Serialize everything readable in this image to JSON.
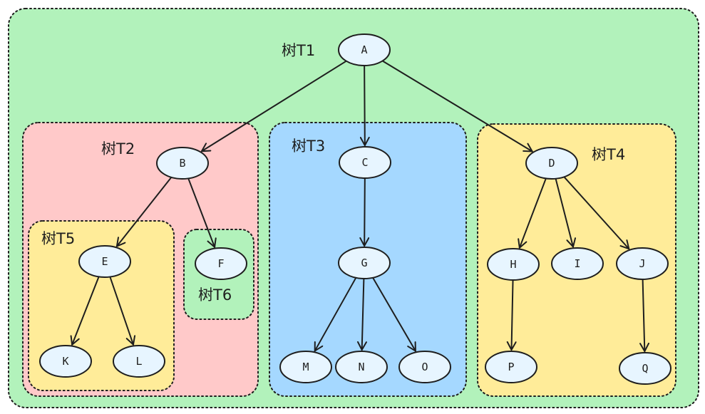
{
  "colors": {
    "green": "#b2f2bb",
    "pink": "#ffc9c9",
    "blue": "#a5d8ff",
    "yellow": "#ffec99",
    "node_fill": "#e7f5ff",
    "stroke": "#1e1e1e"
  },
  "regions": [
    {
      "id": "t1",
      "label": "树T1",
      "color": "green"
    },
    {
      "id": "t2",
      "label": "树T2",
      "color": "pink"
    },
    {
      "id": "t3",
      "label": "树T3",
      "color": "blue"
    },
    {
      "id": "t4",
      "label": "树T4",
      "color": "yellow"
    },
    {
      "id": "t5",
      "label": "树T5",
      "color": "yellow"
    },
    {
      "id": "t6",
      "label": "树T6",
      "color": "green"
    }
  ],
  "nodes": [
    "A",
    "B",
    "C",
    "D",
    "E",
    "F",
    "G",
    "H",
    "I",
    "J",
    "K",
    "L",
    "M",
    "N",
    "O",
    "P",
    "Q"
  ],
  "edges": [
    [
      "A",
      "B"
    ],
    [
      "A",
      "C"
    ],
    [
      "A",
      "D"
    ],
    [
      "B",
      "E"
    ],
    [
      "B",
      "F"
    ],
    [
      "E",
      "K"
    ],
    [
      "E",
      "L"
    ],
    [
      "C",
      "G"
    ],
    [
      "G",
      "M"
    ],
    [
      "G",
      "N"
    ],
    [
      "G",
      "O"
    ],
    [
      "D",
      "H"
    ],
    [
      "D",
      "I"
    ],
    [
      "D",
      "J"
    ],
    [
      "H",
      "P"
    ],
    [
      "J",
      "Q"
    ]
  ]
}
